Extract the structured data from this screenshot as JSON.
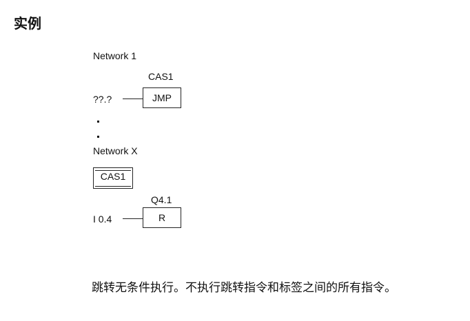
{
  "heading": "实例",
  "network1": {
    "title": "Network 1",
    "jump_label": "CAS1",
    "input_operand": "??.?",
    "instruction": "JMP"
  },
  "ellipsis_dots": [
    "·",
    "·"
  ],
  "networkX": {
    "title": "Network X",
    "label": "CAS1",
    "coil_operand": "Q4.1",
    "input_operand": "I 0.4",
    "instruction": "R"
  },
  "description": "跳转无条件执行。不执行跳转指令和标签之间的所有指令。"
}
